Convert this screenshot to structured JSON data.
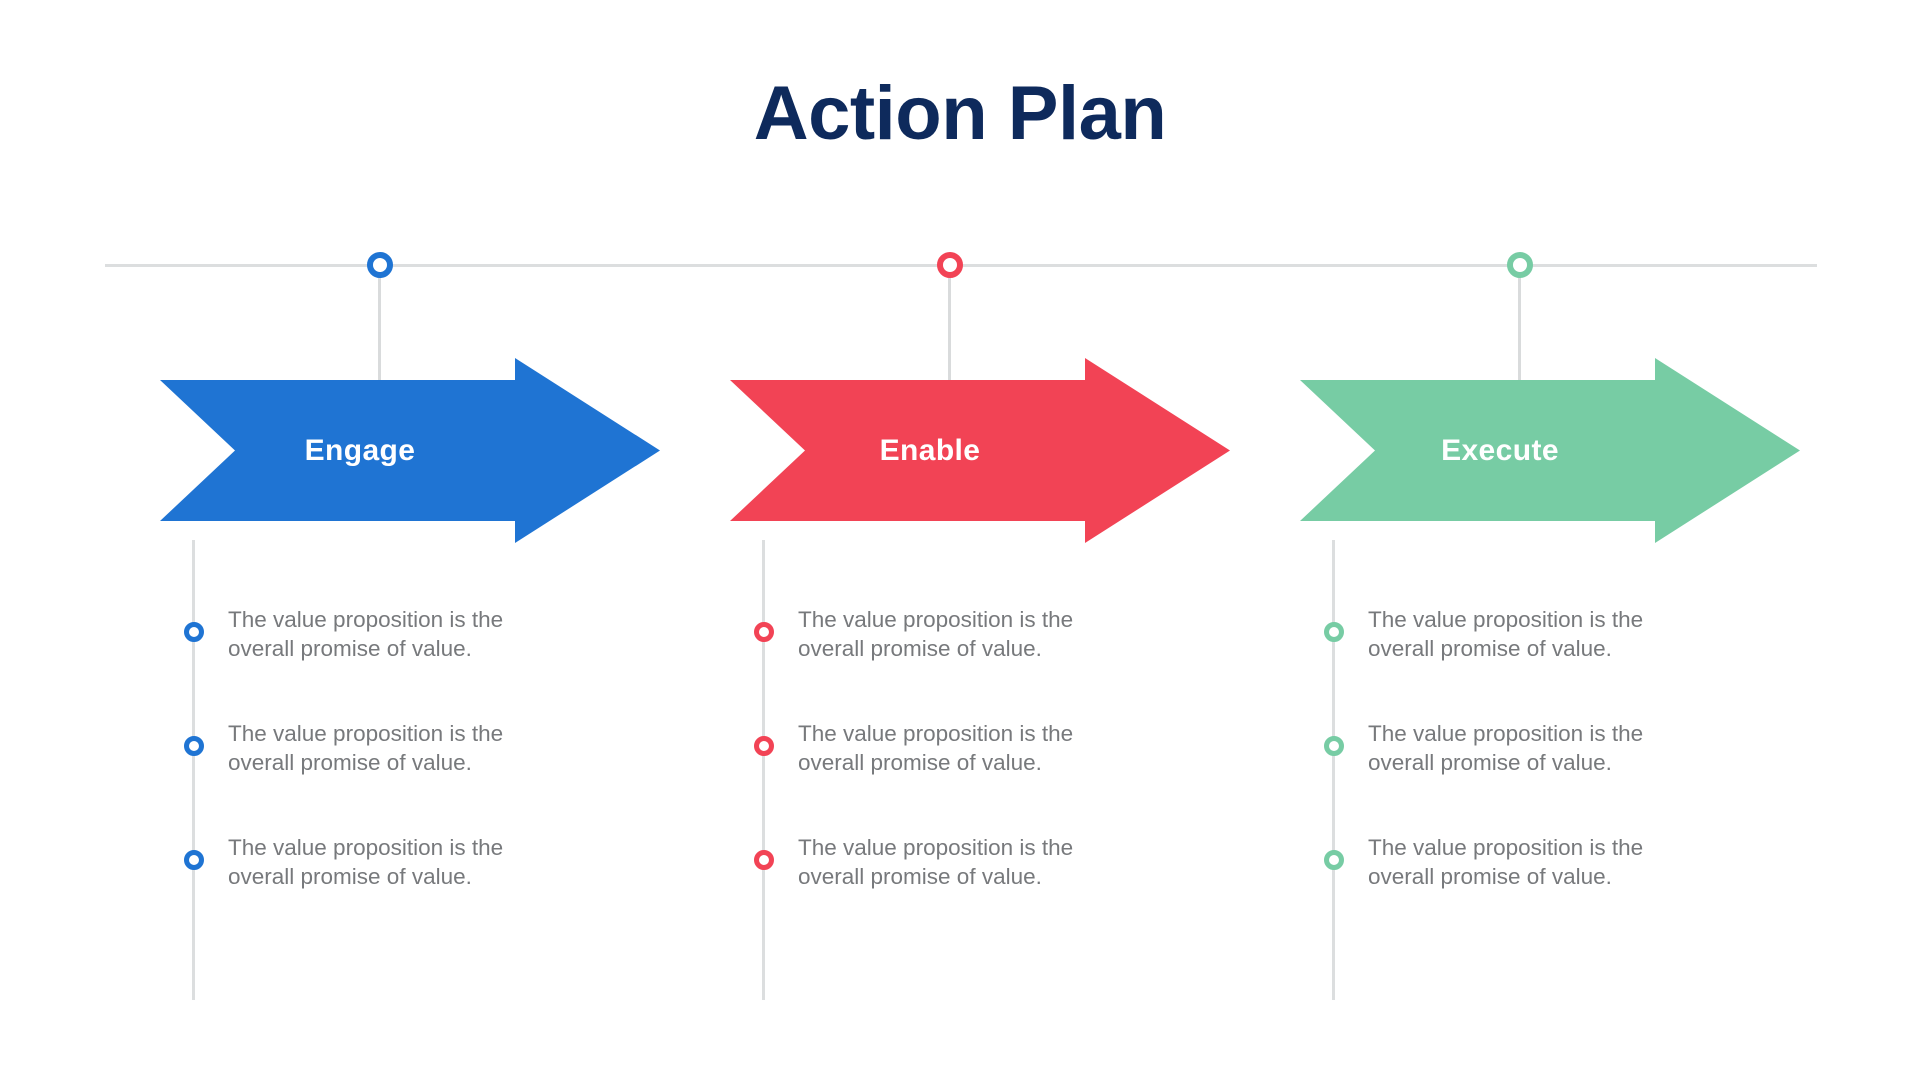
{
  "slide": {
    "title": "Action Plan",
    "background_color": "#FFFFFF",
    "title_color": "#0E2A5C",
    "axis_color": "#DCDEDF",
    "body_text_color": "#77797C"
  },
  "columns": [
    {
      "label": "Engage",
      "color": "#1F74D3",
      "label_color": "#FFFFFF",
      "bullets": [
        "The value proposition is the overall promise of value.",
        "The value proposition is the overall promise of value.",
        "The value proposition is the overall promise of value."
      ]
    },
    {
      "label": "Enable",
      "color": "#F24355",
      "label_color": "#FFFFFF",
      "bullets": [
        "The value proposition is the overall promise of value.",
        "The value proposition is the overall promise of value.",
        "The value proposition is the overall promise of value."
      ]
    },
    {
      "label": "Execute",
      "color": "#77CCA4",
      "label_color": "#FFFFFF",
      "bullets": [
        "The value proposition is the overall promise of value.",
        "The value proposition is the overall promise of value.",
        "The value proposition is the overall promise of value."
      ]
    }
  ]
}
